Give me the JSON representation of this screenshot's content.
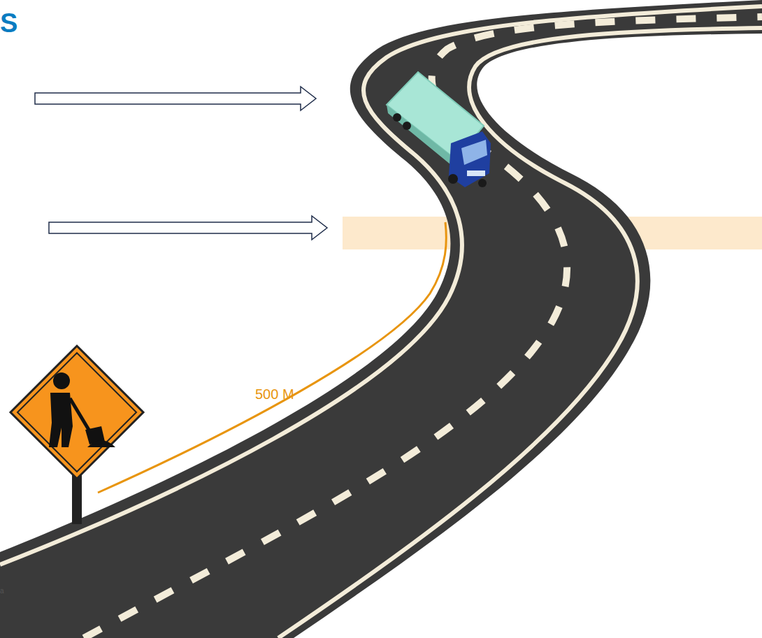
{
  "diagram": {
    "title": "S",
    "labels": [
      "500 M",
      "a"
    ]
  }
}
